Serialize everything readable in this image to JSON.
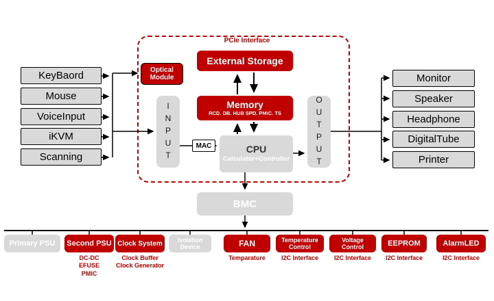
{
  "colors": {
    "accent_red": "#C00000",
    "box_gray": "#D9D9D9"
  },
  "left_devices": [
    "KeyBaord",
    "Mouse",
    "VoiceInput",
    "iKVM",
    "Scanning"
  ],
  "right_devices": [
    "Monitor",
    "Speaker",
    "Headphone",
    "DigitalTube",
    "Printer"
  ],
  "core": {
    "pcie_label": "PCIe Interface",
    "optical_module": "Optical\nModule",
    "external_storage": "External Storage",
    "memory_title": "Memory",
    "memory_sub": "RCD. DB. HUB SPD. PMIC. TS",
    "input_label": "INPUT",
    "mac_label": "MAC",
    "cpu_title": "CPU",
    "cpu_sub": "Calculator+Controller",
    "output_label": "OUTPUT",
    "bmc_label": "BMC"
  },
  "bottom_row": [
    {
      "label": "Primary PSU",
      "sub": "",
      "variant": "gray"
    },
    {
      "label": "Second PSU",
      "sub": "DC-DC\nEFUSE\nPMIC",
      "variant": "red"
    },
    {
      "label": "Clock System",
      "sub": "Clock Buffer\nClock Generator",
      "variant": "red"
    },
    {
      "label": "Isolation\nDevice",
      "sub": "",
      "variant": "gray"
    },
    {
      "label": "FAN",
      "sub": "Temparature",
      "variant": "red"
    },
    {
      "label": "Temperature\nControl",
      "sub": "I2C Interface",
      "variant": "red"
    },
    {
      "label": "Voltage\nControl",
      "sub": "I2C Interface",
      "variant": "red"
    },
    {
      "label": "EEPROM",
      "sub": "I2C Interface",
      "variant": "red"
    },
    {
      "label": "AlarmLED",
      "sub": "I2C Interface",
      "variant": "red"
    }
  ]
}
